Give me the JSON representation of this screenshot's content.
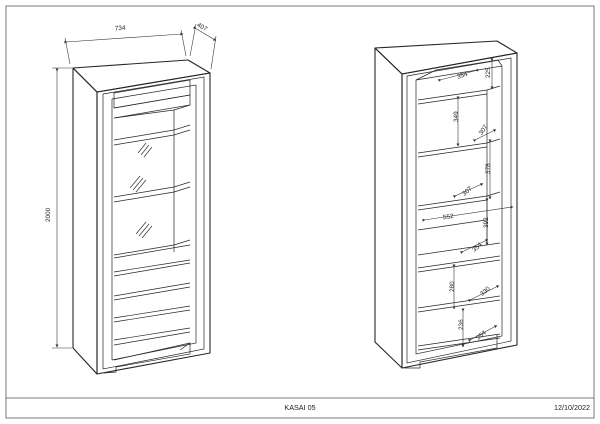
{
  "left_view": {
    "dim_width": "734",
    "dim_depth": "407",
    "dim_height": "2000"
  },
  "right_view": {
    "dim_depth_top": "354",
    "dim_height_top": "225",
    "dim_349": "349",
    "dim_307a": "307",
    "dim_378": "378",
    "dim_307b": "307",
    "dim_552": "552",
    "dim_392": "392",
    "dim_354b": "354",
    "dim_280": "280",
    "dim_330": "330",
    "dim_236": "236",
    "dim_354c": "354"
  },
  "footer": {
    "title": "KASAI 05",
    "date": "12/10/2022"
  }
}
